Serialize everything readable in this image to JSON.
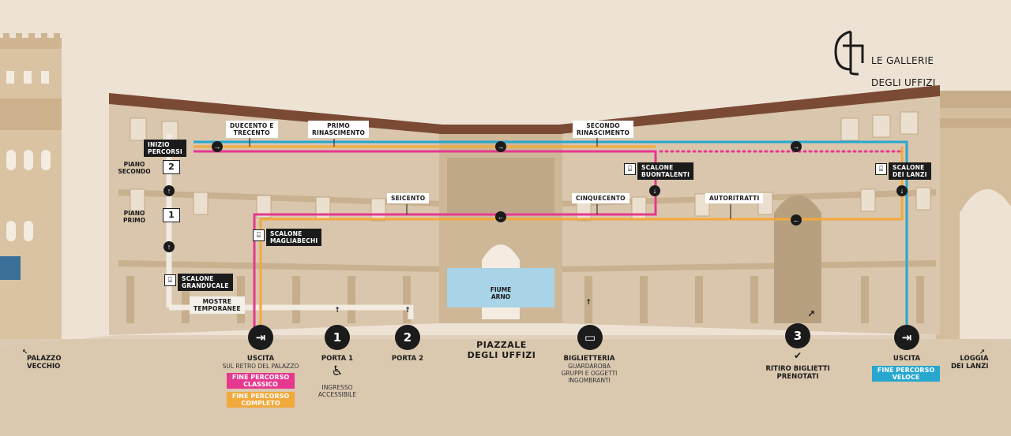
{
  "colors": {
    "background": "#ede2d4",
    "building": "#d9c6ac",
    "roof": "#7a4a35",
    "river": "#a9d3e6",
    "route_classic": "#e6388f",
    "route_complete": "#f2a93b",
    "route_fast": "#27a7cf"
  },
  "logo": {
    "line1": "LE GALLERIE",
    "line2": "DEGLI UFFIZI",
    "icon": "uffizi-logo-icon"
  },
  "floor_labels": [
    {
      "number": "2",
      "text": "PIANO\nSECONDO"
    },
    {
      "number": "1",
      "text": "PIANO\nPRIMO"
    }
  ],
  "section_labels": {
    "inizio": "INIZIO\nPERCORSI",
    "duecento": "DUECENTO E\nTRECENTO",
    "primo_rin": "PRIMO\nRINASCIMENTO",
    "secondo_rin": "SECONDO\nRINASCIMENTO",
    "seicento": "SEICENTO",
    "cinquecento": "CINQUECENTO",
    "autoritratti": "AUTORITRATTI",
    "mostre": "MOSTRE\nTEMPORANEE"
  },
  "stairs": {
    "buontalenti": "SCALONE\nBUONTALENTI",
    "lanzi": "SCALONE\nDEI LANZI",
    "magliabechi": "SCALONE\nMAGLIABECHI",
    "granducale": "SCALONE\nGRANDUCALE"
  },
  "river": "FIUME\nARNO",
  "piazzale": "PIAZZALE\nDEGLI UFFIZI",
  "uscita_left": {
    "title": "USCITA",
    "sub": "SUL RETRO DEL PALAZZO"
  },
  "badges": {
    "classico": "FINE PERCORSO\nCLASSICO",
    "completo": "FINE PERCORSO\nCOMPLETO",
    "veloce": "FINE PERCORSO\nVELOCE"
  },
  "porta1": {
    "number": "1",
    "title": "PORTA 1",
    "sub": "INGRESSO\nACCESSIBILE"
  },
  "porta2": {
    "number": "2",
    "title": "PORTA 2"
  },
  "biglietteria": {
    "title": "BIGLIETTERIA",
    "sub": "GUARDAROBA\nGRUPPI E OGGETTI\nINGOMBRANTI"
  },
  "ritiro": {
    "number": "3",
    "title": "RITIRO BIGLIETTI\nPRENOTATI"
  },
  "uscita_right": {
    "title": "USCITA"
  },
  "palazzo": "PALAZZO\nVECCHIO",
  "loggia": "LOGGIA\nDEI LANZI"
}
